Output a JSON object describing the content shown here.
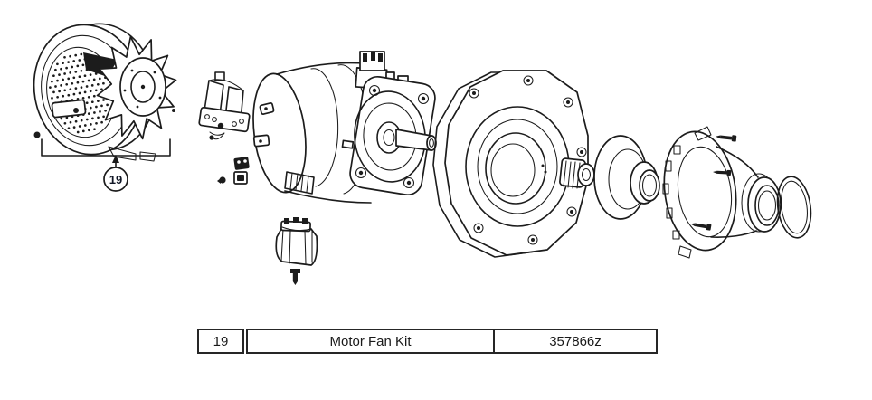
{
  "colors": {
    "background": "#ffffff",
    "line": "#1c1c1c",
    "table_border": "#262626",
    "text": "#1a1a1a"
  },
  "callout": {
    "label": "19"
  },
  "diagram": {
    "type": "exploded-parts-diagram",
    "subject": "pump-motor-assembly",
    "parts": [
      "fan-shroud",
      "fan-wheel",
      "mounting-bracket",
      "terminal-clips",
      "motor-body",
      "motor-flange",
      "terminal-cover",
      "connector-cap",
      "cap-screw",
      "seal-plate",
      "drain-fitting",
      "impeller",
      "diffuser",
      "diffuser-screws",
      "o-ring"
    ]
  },
  "table": {
    "rows": [
      {
        "item": "19",
        "description": "Motor Fan Kit",
        "part_number": "357866z"
      }
    ]
  }
}
